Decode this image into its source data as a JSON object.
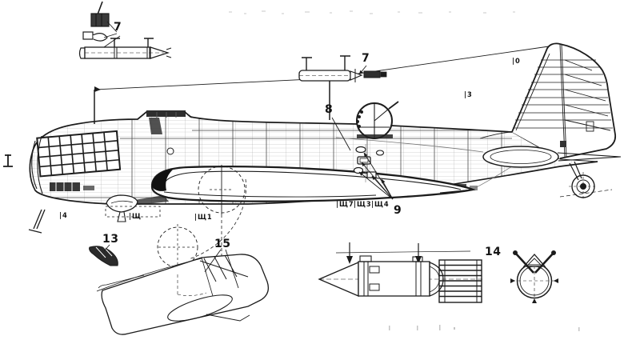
{
  "figure": {
    "paper_color": "#ffffff",
    "ink_color": "#1c1c1c",
    "faint_color": "#9a9a9a"
  },
  "callouts": {
    "fuze_group": "7",
    "bomb": "7",
    "turret": "8",
    "bay_fittings": "9",
    "exhaust_part": "13",
    "torpedo_side": "14",
    "torpedo_container": "15"
  },
  "stations": {
    "fin": "|0",
    "aft_fuselage": "|3",
    "nose": "|4",
    "mid": "|Щ",
    "mid1": "|Щ1",
    "bay7": "|Щ7",
    "bay3": "|Щ3",
    "bay4": "|Щ4"
  }
}
